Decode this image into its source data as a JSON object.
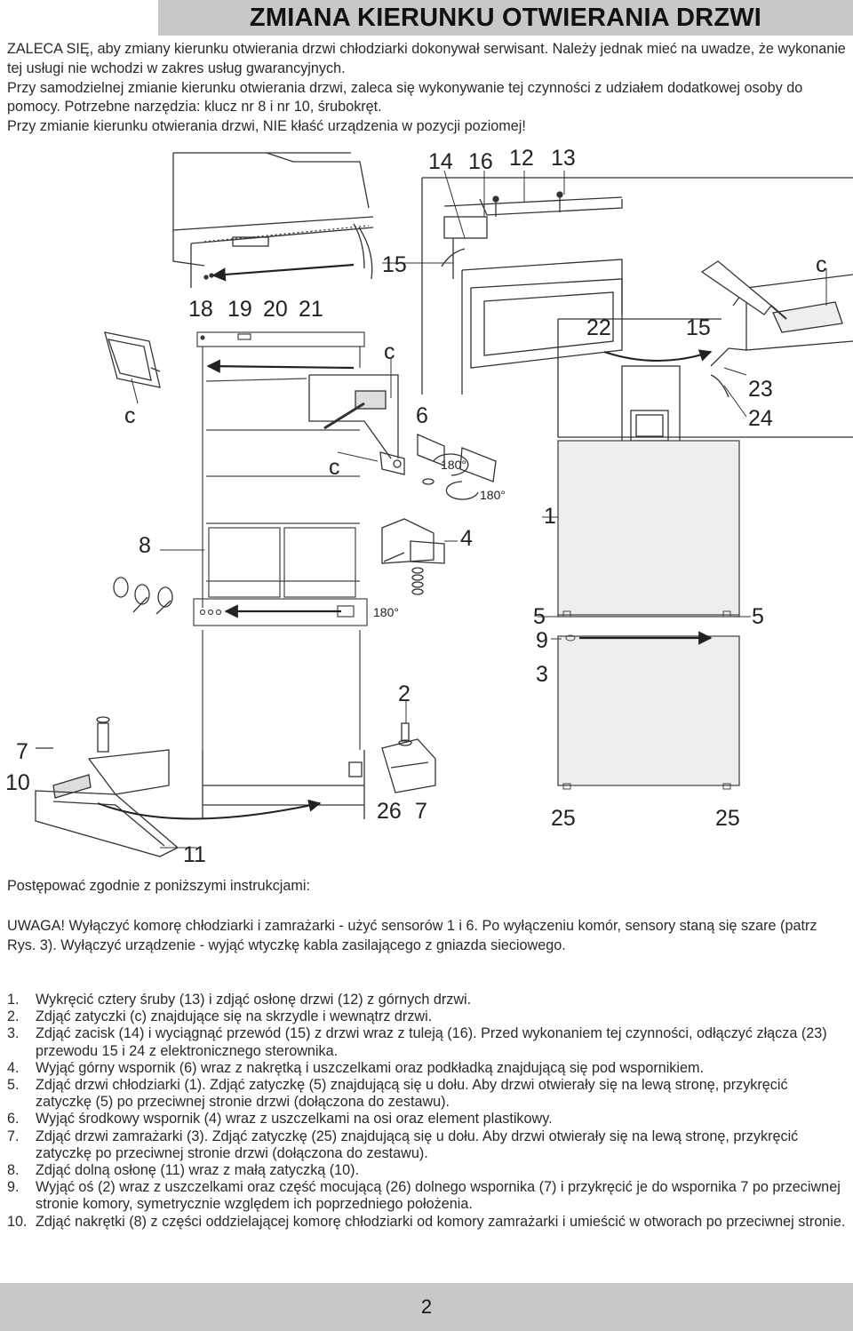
{
  "page": {
    "title": "ZMIANA KIERUNKU OTWIERANIA DRZWI",
    "number": "2"
  },
  "intro": [
    "ZALECA SIĘ, aby zmiany kierunku otwierania drzwi chłodziarki dokonywał serwisant. Należy jednak mieć na uwadze, że wykonanie tej usługi nie wchodzi w zakres usług gwarancyjnych.",
    "Przy samodzielnej zmianie kierunku otwierania drzwi, zaleca się wykonywanie tej czynności z udziałem dodatkowej osoby do pomocy. Potrzebne narzędzia: klucz nr 8 i nr 10, śrubokręt.",
    "Przy zmianie kierunku otwierania drzwi, NIE kłaść urządzenia w pozycji poziomej!"
  ],
  "figure": {
    "callouts": {
      "n14": "14",
      "n16": "16",
      "n12": "12",
      "n13": "13",
      "n15a": "15",
      "ca": "c",
      "n18": "18",
      "n19": "19",
      "n20": "20",
      "n21": "21",
      "cb": "c",
      "n22": "22",
      "n15b": "15",
      "n23": "23",
      "n24": "24",
      "cc": "c",
      "n6": "6",
      "deg1": "180°",
      "deg2": "180°",
      "cd": "c",
      "n1": "1",
      "n8": "8",
      "n4": "4",
      "deg3": "180°",
      "n5a": "5",
      "n5b": "5",
      "n9": "9",
      "n3": "3",
      "n2": "2",
      "n7a": "7",
      "n10": "10",
      "n26": "26",
      "n7b": "7",
      "n25a": "25",
      "n25b": "25",
      "n11": "11"
    }
  },
  "follow": "Postępować zgodnie z poniższymi instrukcjami:",
  "warning": "UWAGA! Wyłączyć komorę chłodziarki i zamrażarki - użyć sensorów 1 i 6. Po wyłączeniu komór, sensory staną się szare (patrz Rys. 3). Wyłączyć urządzenie - wyjąć wtyczkę kabla zasilającego z gniazda sieciowego.",
  "steps": [
    {
      "num": "1.",
      "text": "Wykręcić cztery śruby (13) i zdjąć osłonę drzwi (12) z górnych drzwi."
    },
    {
      "num": "2.",
      "text": "Zdjąć zatyczki (c) znajdujące się na skrzydle i wewnątrz drzwi."
    },
    {
      "num": "3.",
      "text": "Zdjąć zacisk (14) i wyciągnąć przewód (15) z drzwi wraz z tuleją (16). Przed wykonaniem tej czynności, odłączyć złącza (23) przewodu 15 i 24 z elektronicznego sterownika."
    },
    {
      "num": "4.",
      "text": "Wyjąć górny wspornik (6) wraz z nakrętką i uszczelkami oraz podkładką znajdującą się pod wspornikiem."
    },
    {
      "num": "5.",
      "text": "Zdjąć drzwi chłodziarki (1). Zdjąć zatyczkę (5) znajdującą się u dołu. Aby drzwi otwierały się na lewą stronę, przykręcić zatyczkę (5) po przeciwnej stronie drzwi (dołączona do zestawu)."
    },
    {
      "num": "6.",
      "text": "Wyjąć środkowy wspornik (4) wraz z uszczelkami na osi oraz element plastikowy."
    },
    {
      "num": "7.",
      "text": "Zdjąć drzwi zamrażarki (3). Zdjąć zatyczkę (25) znajdującą się u dołu. Aby drzwi otwierały się na lewą stronę, przykręcić zatyczkę po przeciwnej stronie drzwi (dołączona do zestawu)."
    },
    {
      "num": "8.",
      "text": "Zdjąć dolną osłonę (11) wraz z małą zatyczką (10)."
    },
    {
      "num": "9.",
      "text": "Wyjąć oś (2) wraz z uszczelkami oraz część mocującą (26) dolnego wspornika (7) i przykręcić je do wspornika 7 po przeciwnej stronie komory, symetrycznie względem ich poprzedniego położenia."
    },
    {
      "num": "10.",
      "text": "Zdjąć nakrętki (8) z części oddzielającej komorę chłodziarki od komory zamrażarki i umieścić w otworach po przeciwnej stronie."
    }
  ]
}
